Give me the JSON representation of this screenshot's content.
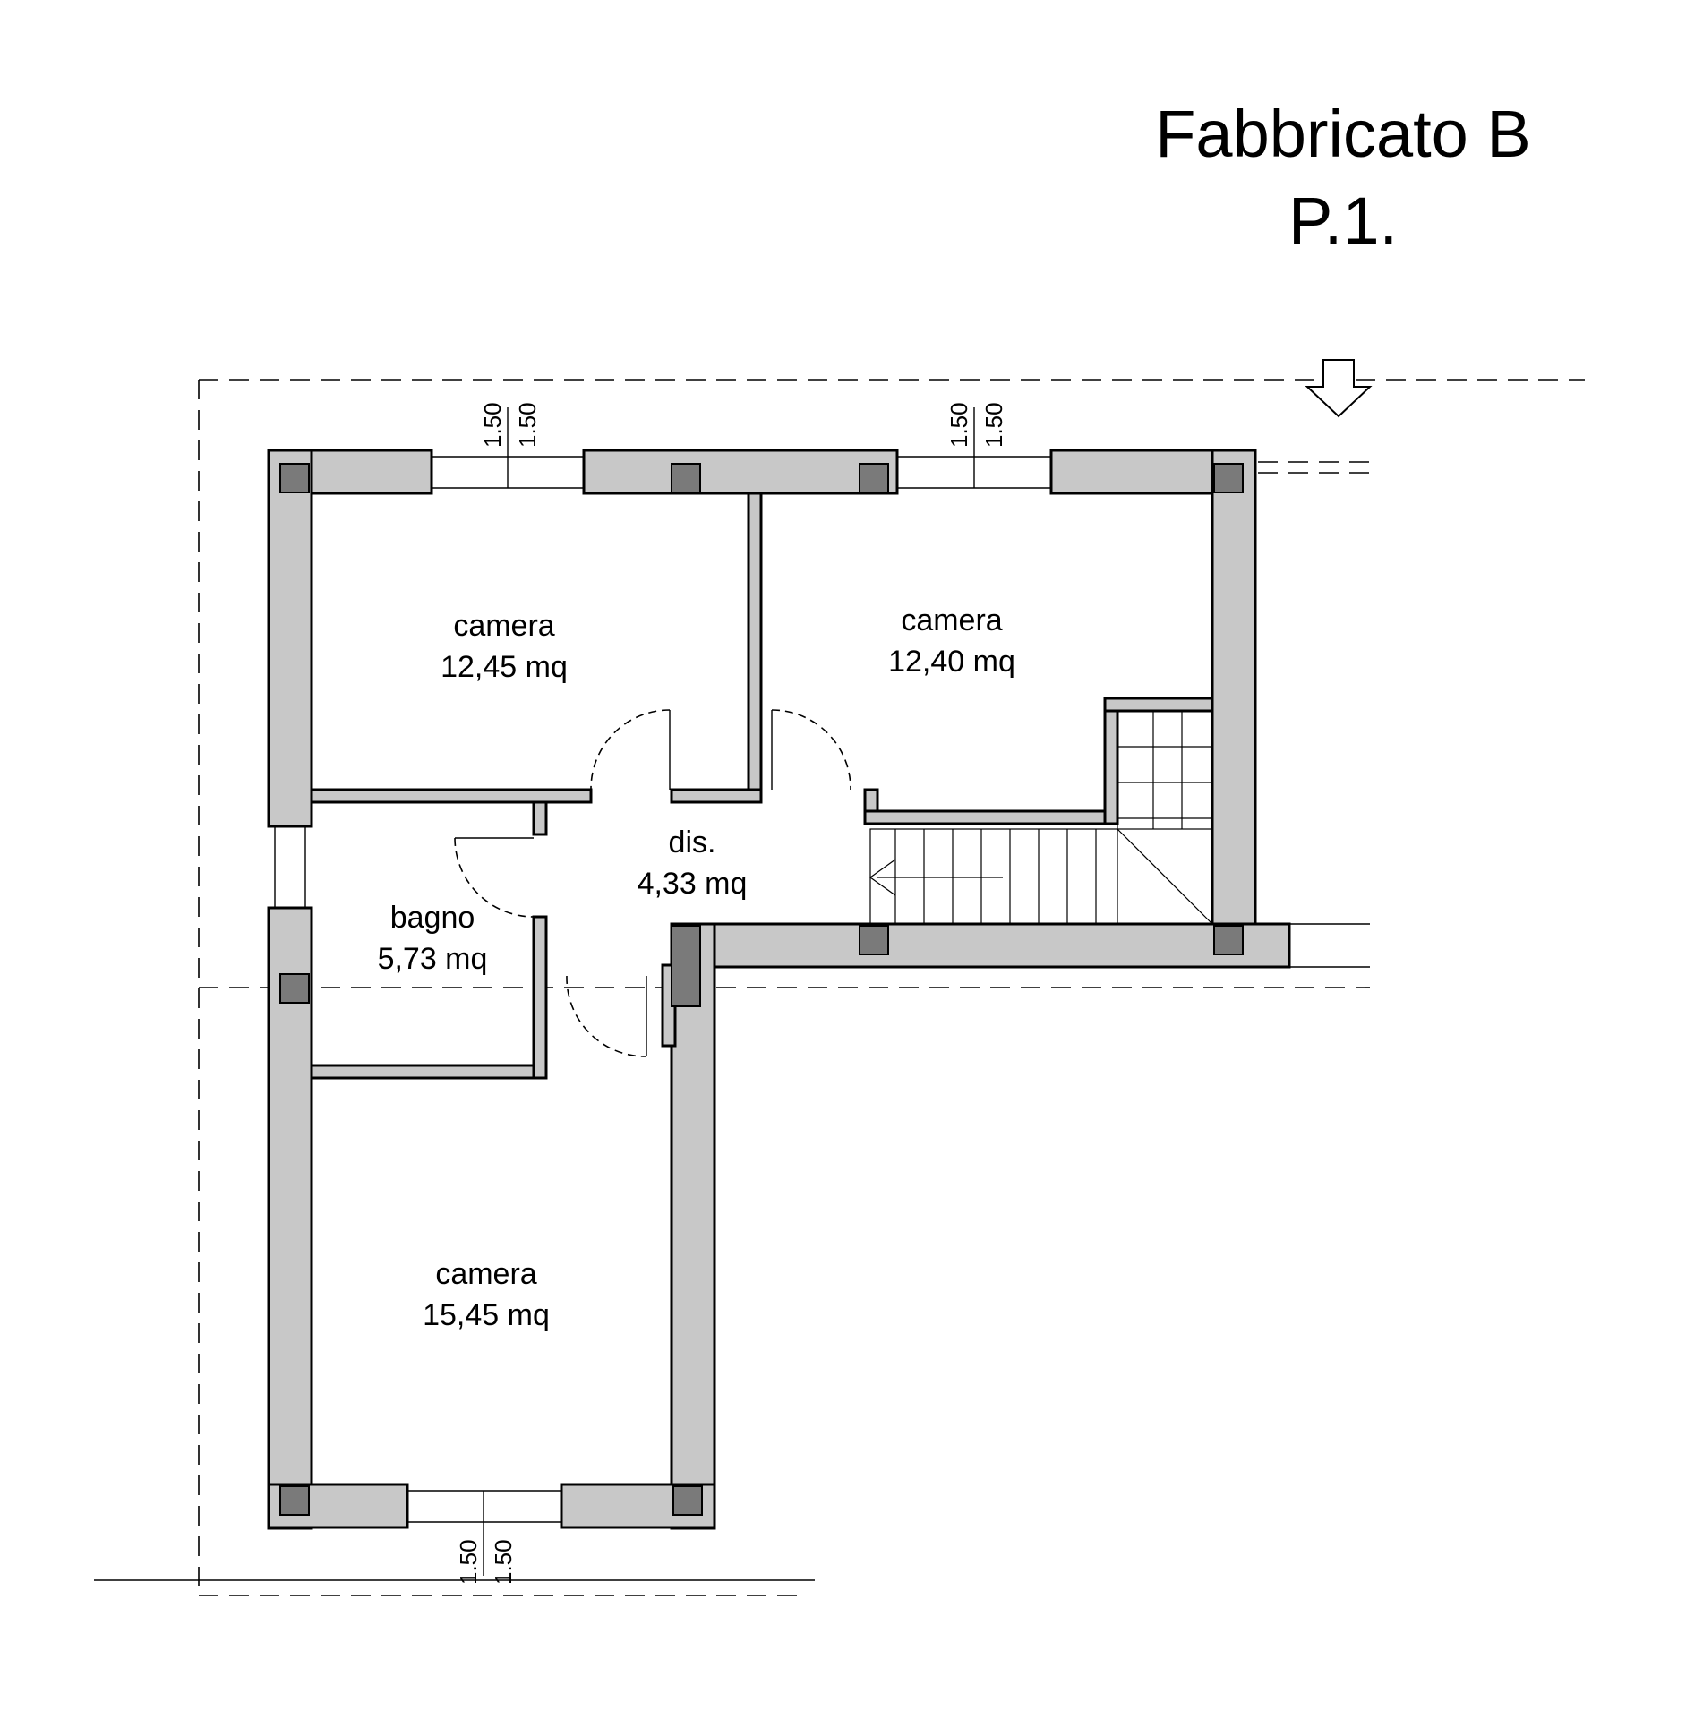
{
  "title": {
    "building": "Fabbricato B",
    "floor": "P.1."
  },
  "rooms": [
    {
      "name": "camera",
      "area": "12,45 mq"
    },
    {
      "name": "camera",
      "area": "12,40 mq"
    },
    {
      "name": "dis.",
      "area": "4,33 mq"
    },
    {
      "name": "bagno",
      "area": "5,73 mq"
    },
    {
      "name": "camera",
      "area": "15,45 mq"
    }
  ],
  "window_dimensions": [
    {
      "a": "1.50",
      "b": "1.50"
    },
    {
      "a": "1.50",
      "b": "1.50"
    },
    {
      "a": "1.50",
      "b": "1.50"
    }
  ]
}
